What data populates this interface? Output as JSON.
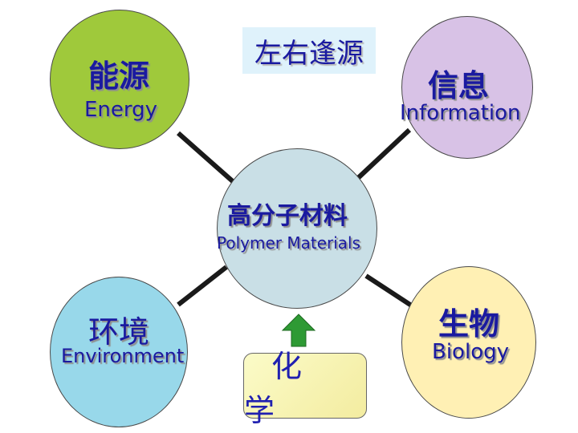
{
  "diagram": {
    "top_label": "左右逢源",
    "center": {
      "title": "高分子材料",
      "subtitle": "Polymer Materials"
    },
    "nodes": {
      "energy": {
        "cn": "能源",
        "en": "Energy"
      },
      "information": {
        "cn": "信息",
        "en": "Information"
      },
      "environment": {
        "cn": "环境",
        "en": "Environment"
      },
      "biology": {
        "cn": "生物",
        "en": "Biology"
      }
    },
    "chemistry": "化学"
  },
  "colors": {
    "energy": "#9fc93b",
    "information": "#d8c2e6",
    "center": "#c9dfe6",
    "environment": "#98d8ea",
    "biology": "#fff0b4",
    "text": "#1a1aa0",
    "arrow": "#2e9a34"
  }
}
